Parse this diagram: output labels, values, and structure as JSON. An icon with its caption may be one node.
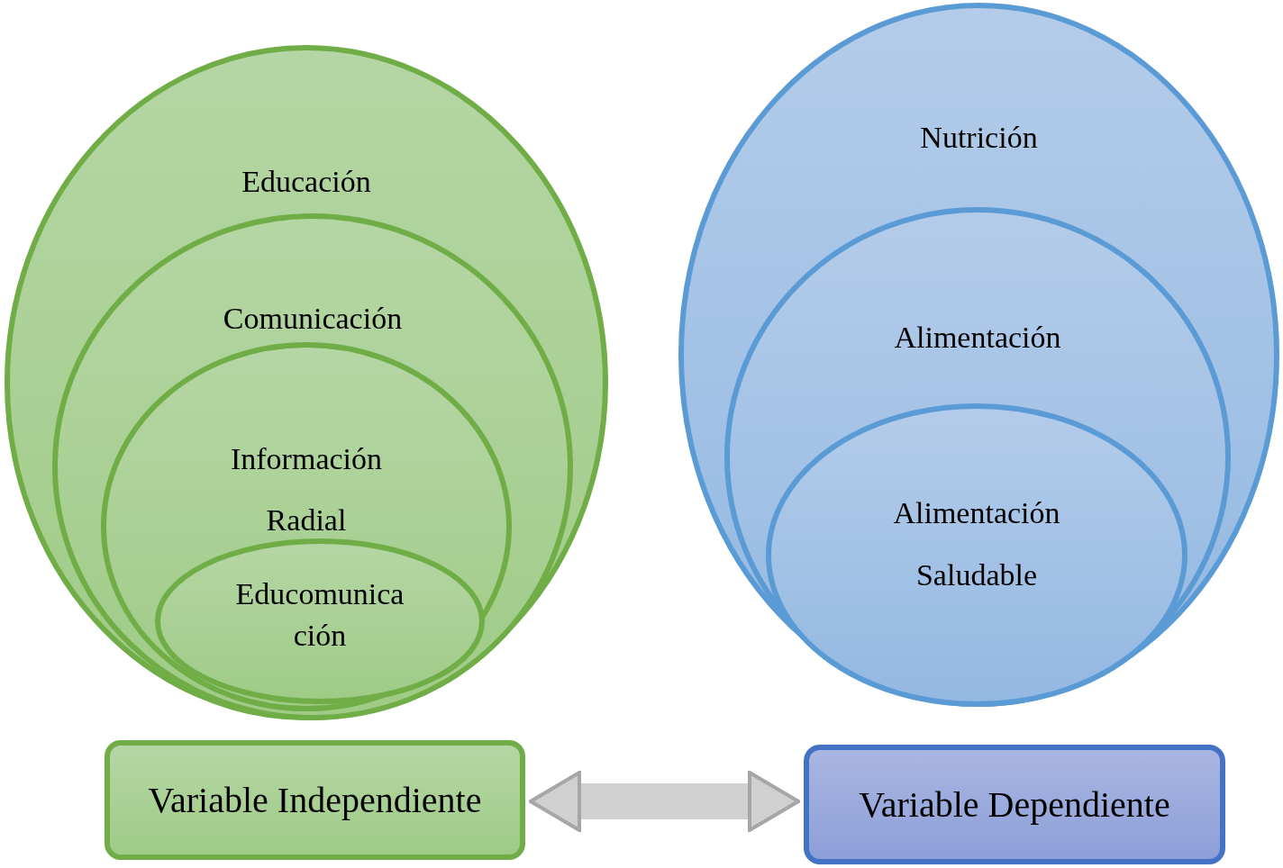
{
  "diagram": {
    "nodes": [
      {
        "text": [
          "Educación"
        ]
      },
      {
        "text": [
          "Comunicación"
        ],
        "in": 0
      },
      {
        "text": [
          "Información Radial"
        ],
        "in": 1
      },
      {
        "text": [
          "Educomunica ción"
        ],
        "in": 2
      },
      {
        "text": [
          "Nutrición"
        ]
      },
      {
        "text": [
          "Alimentación"
        ],
        "in": 4
      },
      {
        "text": [
          "Alimentación Saludable"
        ],
        "in": 5
      },
      {
        "text": [
          "Variable Independiente"
        ]
      },
      {
        "text": [
          "Variable Dependiente"
        ]
      }
    ],
    "edges": [
      {
        "from": 7,
        "to": 8,
        "arrow": "both"
      }
    ]
  }
}
